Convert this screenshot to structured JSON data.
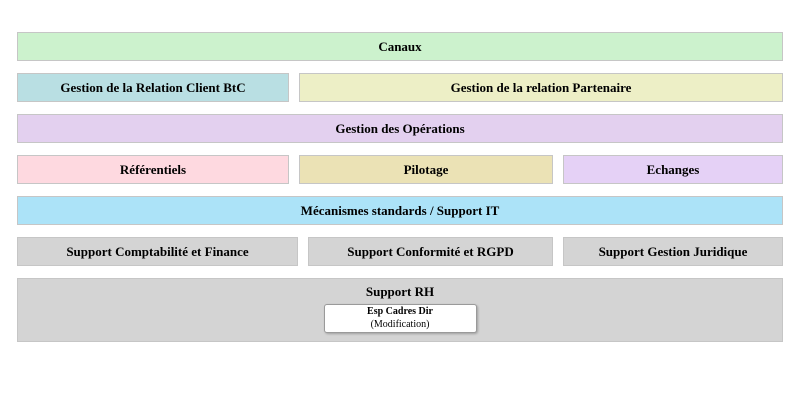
{
  "colors": {
    "canaux": "#ccf2cd",
    "relation_client": "#b9dfe3",
    "relation_partenaire": "#edefc6",
    "operations": "#e3d0ef",
    "referentiels": "#fed9e0",
    "pilotage": "#ebe2b5",
    "echanges": "#e5d1f6",
    "support_it": "#ace3f8",
    "support_gray": "#d4d4d4",
    "card_bg": "#ffffff"
  },
  "blocks": {
    "canaux": "Canaux",
    "relation_client": "Gestion de la Relation Client BtC",
    "relation_partenaire": "Gestion de la relation Partenaire",
    "operations": "Gestion des Opérations",
    "referentiels": "Référentiels",
    "pilotage": "Pilotage",
    "echanges": "Echanges",
    "support_it": "Mécanismes standards / Support IT",
    "support_compta": "Support Comptabilité et Finance",
    "support_conformite": "Support Conformité et RGPD",
    "support_juridique": "Support Gestion Juridique",
    "support_rh": "Support RH",
    "card_title": "Esp Cadres Dir",
    "card_subtitle": "(Modification)"
  }
}
